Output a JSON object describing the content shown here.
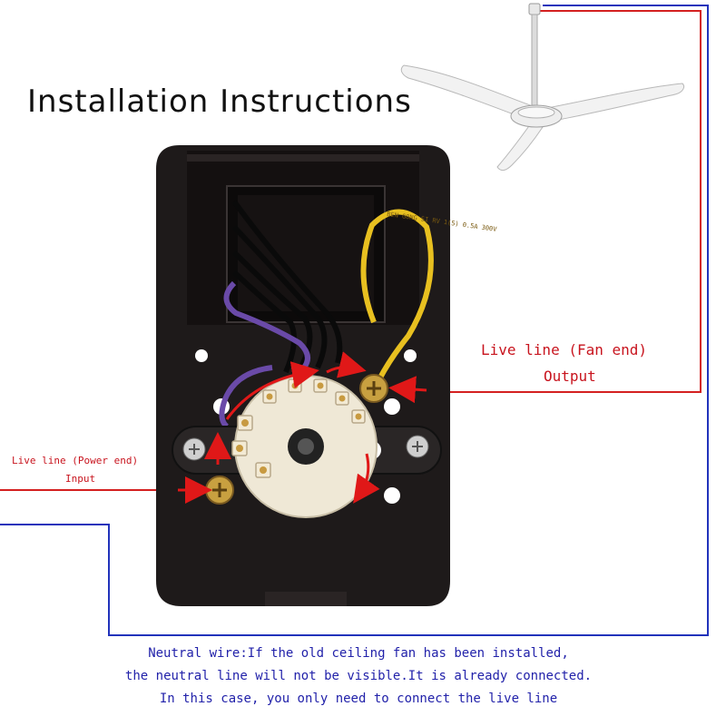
{
  "title": "Installation Instructions",
  "labels": {
    "fan_end_line1": "Live line (Fan end)",
    "fan_end_line2": "Output",
    "power_end_line1": "Live line (Power end)",
    "power_end_line2": "Input"
  },
  "note": {
    "line1": "Neutral wire:If the old ceiling fan has been installed,",
    "line2": "the neutral line will not be visible.It is already connected.",
    "line3": "In this case, you only need to connect the live line"
  },
  "product_text": {
    "wire_print": "BEN GONG SI  RV 1(5) 0.5A  300V"
  },
  "colors": {
    "live_wire": "#d42020",
    "neutral_wire": "#2233bb",
    "switch_body": "#1e1a1a",
    "yellow_wire": "#e8c020",
    "purple_wire": "#6a4aa8"
  },
  "icons": {
    "ceiling_fan": "ceiling-fan-icon",
    "arrows": "red-arrow-icon"
  }
}
